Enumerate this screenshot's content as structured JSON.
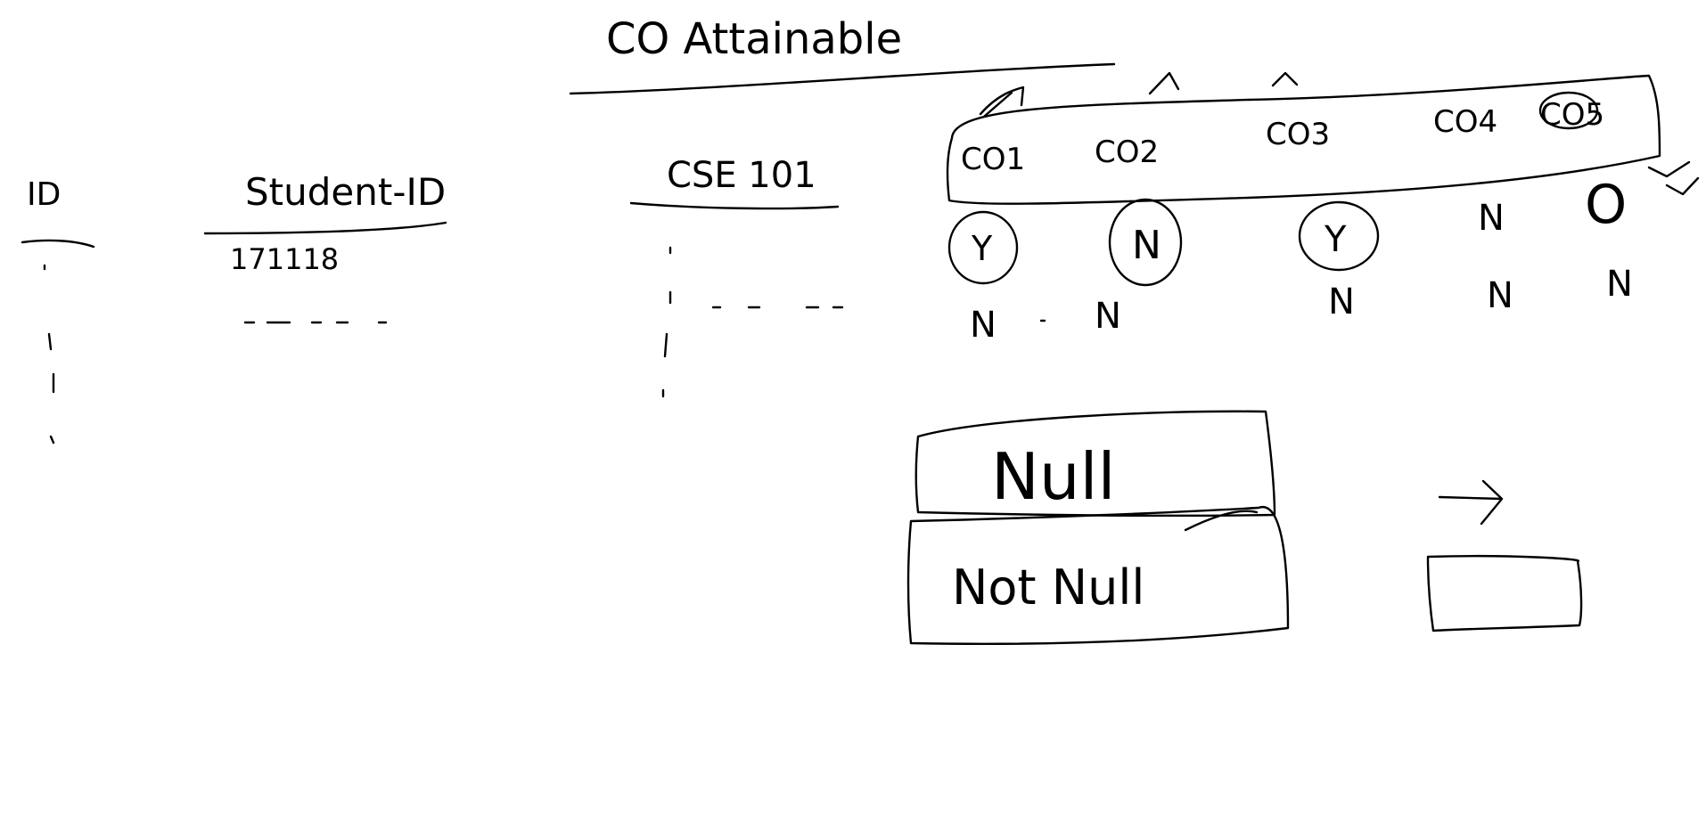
{
  "title": "CO Attainable",
  "columns": {
    "id": "ID",
    "student_id": "Student-ID",
    "course": "CSE 101"
  },
  "student_value": "171118",
  "cos": [
    "CO1",
    "CO2",
    "CO3",
    "CO4",
    "CO5"
  ],
  "row1": [
    "Y",
    "N",
    "Y",
    "N",
    "O"
  ],
  "row2": [
    "N",
    "N",
    "N",
    "N",
    "N"
  ],
  "boxes": {
    "null_label": "Null",
    "not_null_label": "Not Null"
  },
  "ink_color": "#000000"
}
